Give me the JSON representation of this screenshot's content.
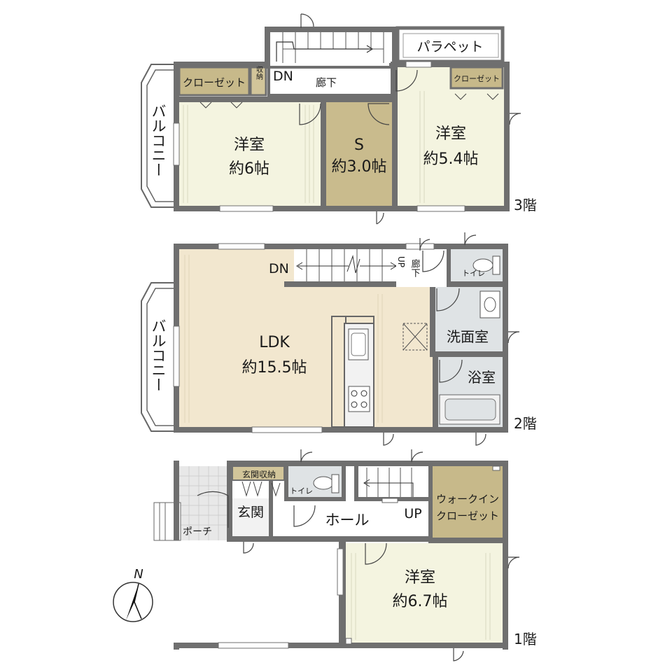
{
  "floor3": {
    "floor_label": "3階",
    "balcony": "バルコニー",
    "closet_left": "クローゼット",
    "storage": "収納",
    "hall_dn": "DN",
    "hall": "廊下",
    "parapet": "パラペット",
    "closet_right": "クローゼット",
    "room_left_name": "洋室",
    "room_left_size": "約6帖",
    "room_s_name": "S",
    "room_s_size": "約3.0帖",
    "room_right_name": "洋室",
    "room_right_size": "約5.4帖"
  },
  "floor2": {
    "floor_label": "2階",
    "balcony": "バルコニー",
    "dn": "DN",
    "up": "UP",
    "hall": "廊下",
    "toilet": "トイレ",
    "wash": "洗面室",
    "bath": "浴室",
    "ldk_name": "LDK",
    "ldk_size": "約15.5帖"
  },
  "floor1": {
    "floor_label": "1階",
    "porch": "ポーチ",
    "entrance_storage": "玄関収納",
    "entrance": "玄関",
    "toilet": "トイレ",
    "hall": "ホール",
    "up": "UP",
    "walkin_line1": "ウォークイン",
    "walkin_line2": "クローゼット",
    "room_name": "洋室",
    "room_size": "約6.7帖"
  },
  "compass": "N",
  "colors": {
    "wall": "#6f6f6f",
    "room_cream": "#f4f4e0",
    "ldk_floor": "#f2e7cf",
    "s_room": "#c9bb8d",
    "closet": "#c7b98a",
    "wet_area": "#dfe3e5",
    "porch_tile": "#e8e8e8"
  }
}
